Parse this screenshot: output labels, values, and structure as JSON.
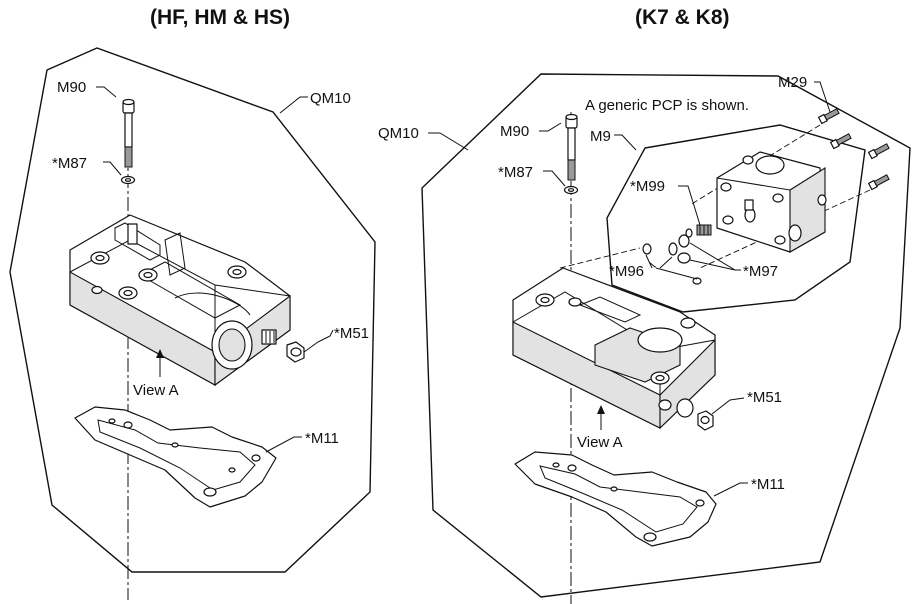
{
  "left_panel": {
    "title": "(HF, HM & HS)",
    "callouts": {
      "m90": "M90",
      "m87": "*M87",
      "qm10": "QM10",
      "m51": "*M51",
      "view_a": "View A",
      "m11": "*M11"
    }
  },
  "right_panel": {
    "title": "(K7 & K8)",
    "note": "A generic PCP is shown.",
    "callouts": {
      "m29": "M29",
      "m90": "M90",
      "m9": "M9",
      "qm10": "QM10",
      "m87": "*M87",
      "m99": "*M99",
      "m96": "*M96",
      "m97": "*M97",
      "m51": "*M51",
      "view_a": "View A",
      "m11": "*M11"
    }
  }
}
